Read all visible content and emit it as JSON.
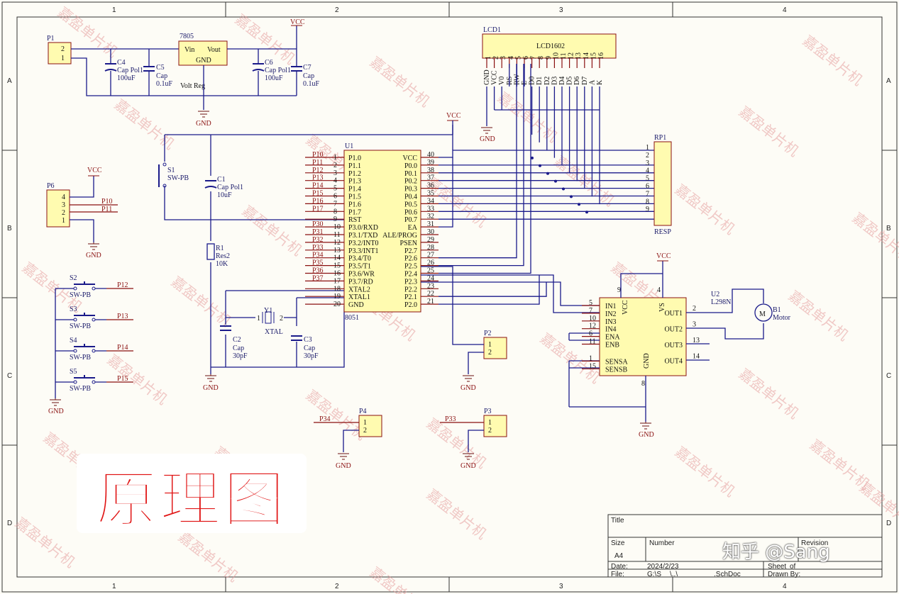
{
  "frame": {
    "columns": [
      "1",
      "2",
      "3",
      "4"
    ],
    "rows": [
      "A",
      "B",
      "C",
      "D"
    ]
  },
  "watermark": "嘉盈单片机",
  "overlay": {
    "title_big": "原理图",
    "credit": "知乎 @Sang"
  },
  "title_block": {
    "title_label": "Title",
    "size_label": "Size",
    "size_value": "A4",
    "number_label": "Number",
    "revision_label": "Revision",
    "date_label": "Date:",
    "date_value": "2024/2/23",
    "file_label": "File:",
    "file_value": "G:\\S",
    "file_value2": "\\..\\",
    "file_value3": ".SchDoc",
    "sheet_label": "Sheet",
    "of_label": "of",
    "drawn_label": "Drawn By:"
  },
  "components": {
    "p1": {
      "ref": "P1",
      "pins": [
        "2",
        "1"
      ]
    },
    "reg": {
      "ref": "7805",
      "vin": "Vin",
      "vout": "Vout",
      "gnd": "GND",
      "desc": "Volt Reg"
    },
    "c4": {
      "ref": "C4",
      "val1": "Cap Pol1",
      "val2": "100uF"
    },
    "c5": {
      "ref": "C5",
      "val1": "Cap",
      "val2": "0.1uF"
    },
    "c6": {
      "ref": "C6",
      "val1": "Cap Pol1",
      "val2": "100uF"
    },
    "c7": {
      "ref": "C7",
      "val1": "Cap",
      "val2": "0.1uF"
    },
    "c1": {
      "ref": "C1",
      "val1": "Cap Pol1",
      "val2": "10uF"
    },
    "c2": {
      "ref": "C2",
      "val1": "Cap",
      "val2": "30pF"
    },
    "c3": {
      "ref": "C3",
      "val1": "Cap",
      "val2": "30pF"
    },
    "r1": {
      "ref": "R1",
      "val1": "Res2",
      "val2": "10K"
    },
    "y1": {
      "ref": "Y1",
      "val": "XTAL",
      "p1": "1",
      "p2": "2"
    },
    "s1": {
      "ref": "S1",
      "val": "SW-PB"
    },
    "s2": {
      "ref": "S2",
      "val": "SW-PB",
      "net": "P12"
    },
    "s3": {
      "ref": "S3",
      "val": "SW-PB",
      "net": "P13"
    },
    "s4": {
      "ref": "S4",
      "val": "SW-PB",
      "net": "P14"
    },
    "s5": {
      "ref": "S5",
      "val": "SW-PB",
      "net": "P15"
    },
    "p6": {
      "ref": "P6",
      "pins": [
        "4",
        "3",
        "2",
        "1"
      ],
      "net1": "P10",
      "net2": "P11"
    },
    "lcd": {
      "ref": "LCD1",
      "name": "LCD1602",
      "pins": [
        "1",
        "2",
        "3",
        "4",
        "5",
        "6",
        "7",
        "8",
        "9",
        "10",
        "11",
        "12",
        "13",
        "14",
        "15",
        "16"
      ],
      "labels": [
        "GND",
        "VCC",
        "V0",
        "RS",
        "RW",
        "E",
        "D0",
        "D1",
        "D2",
        "D3",
        "D4",
        "D5",
        "D6",
        "D7",
        "A",
        "K"
      ]
    },
    "rp1": {
      "ref": "RP1",
      "val": "RESP",
      "pins": [
        "1",
        "2",
        "3",
        "4",
        "5",
        "6",
        "7",
        "8",
        "9"
      ]
    },
    "u1": {
      "ref": "U1",
      "name": "8051",
      "left": [
        {
          "net": "P10",
          "num": "1",
          "name": "P1.0"
        },
        {
          "net": "P11",
          "num": "2",
          "name": "P1.1"
        },
        {
          "net": "P12",
          "num": "3",
          "name": "P1.2"
        },
        {
          "net": "P13",
          "num": "4",
          "name": "P1.3"
        },
        {
          "net": "P14",
          "num": "5",
          "name": "P1.4"
        },
        {
          "net": "P15",
          "num": "6",
          "name": "P1.5"
        },
        {
          "net": "P16",
          "num": "7",
          "name": "P1.6"
        },
        {
          "net": "P17",
          "num": "8",
          "name": "P1.7"
        },
        {
          "net": "",
          "num": "9",
          "name": "RST"
        },
        {
          "net": "P30",
          "num": "10",
          "name": "P3.0/RXD"
        },
        {
          "net": "P31",
          "num": "11",
          "name": "P3.1/TXD"
        },
        {
          "net": "P32",
          "num": "12",
          "name": "P3.2/INT0"
        },
        {
          "net": "P33",
          "num": "13",
          "name": "P3.3/INT1"
        },
        {
          "net": "P34",
          "num": "14",
          "name": "P3.4/T0"
        },
        {
          "net": "P35",
          "num": "15",
          "name": "P3.5/T1"
        },
        {
          "net": "P36",
          "num": "16",
          "name": "P3.6/WR"
        },
        {
          "net": "P37",
          "num": "17",
          "name": "P3.7/RD"
        },
        {
          "net": "",
          "num": "18",
          "name": "XTAL2"
        },
        {
          "net": "",
          "num": "19",
          "name": "XTAL1"
        },
        {
          "net": "",
          "num": "20",
          "name": "GND"
        }
      ],
      "right": [
        {
          "num": "40",
          "name": "VCC"
        },
        {
          "num": "39",
          "name": "P0.0"
        },
        {
          "num": "38",
          "name": "P0.1"
        },
        {
          "num": "37",
          "name": "P0.2"
        },
        {
          "num": "36",
          "name": "P0.3"
        },
        {
          "num": "35",
          "name": "P0.4"
        },
        {
          "num": "34",
          "name": "P0.5"
        },
        {
          "num": "33",
          "name": "P0.6"
        },
        {
          "num": "32",
          "name": "P0.7"
        },
        {
          "num": "31",
          "name": "EA"
        },
        {
          "num": "30",
          "name": "ALE/PROG"
        },
        {
          "num": "29",
          "name": "PSEN"
        },
        {
          "num": "28",
          "name": "P2.7"
        },
        {
          "num": "27",
          "name": "P2.6"
        },
        {
          "num": "26",
          "name": "P2.5"
        },
        {
          "num": "25",
          "name": "P2.4"
        },
        {
          "num": "24",
          "name": "P2.3"
        },
        {
          "num": "23",
          "name": "P2.2"
        },
        {
          "num": "22",
          "name": "P2.1"
        },
        {
          "num": "21",
          "name": "P2.0"
        }
      ]
    },
    "u2": {
      "ref": "U2",
      "name": "L298N",
      "vcc": "VCC",
      "vs": "VS",
      "gnd": "GND",
      "left": [
        {
          "num": "5",
          "name": "IN1"
        },
        {
          "num": "7",
          "name": "IN2"
        },
        {
          "num": "10",
          "name": "IN3"
        },
        {
          "num": "12",
          "name": "IN4"
        },
        {
          "num": "6",
          "name": "ENA"
        },
        {
          "num": "11",
          "name": "ENB"
        },
        {
          "num": "1",
          "name": "SENSA"
        },
        {
          "num": "15",
          "name": "SENSB"
        }
      ],
      "right": [
        {
          "num": "2",
          "name": "OUT1"
        },
        {
          "num": "3",
          "name": "OUT2"
        },
        {
          "num": "13",
          "name": "OUT3"
        },
        {
          "num": "14",
          "name": "OUT4"
        }
      ],
      "pin9": "9",
      "pin4": "4",
      "pin8": "8"
    },
    "b1": {
      "ref": "B1",
      "val": "Motor",
      "sym": "M"
    },
    "p2": {
      "ref": "P2",
      "pins": [
        "1",
        "2"
      ]
    },
    "p3": {
      "ref": "P3",
      "pins": [
        "1",
        "2"
      ],
      "net": "P33"
    },
    "p4": {
      "ref": "P4",
      "pins": [
        "1",
        "2"
      ],
      "net": "P34"
    }
  },
  "power": {
    "vcc": "VCC",
    "gnd": "GND"
  }
}
